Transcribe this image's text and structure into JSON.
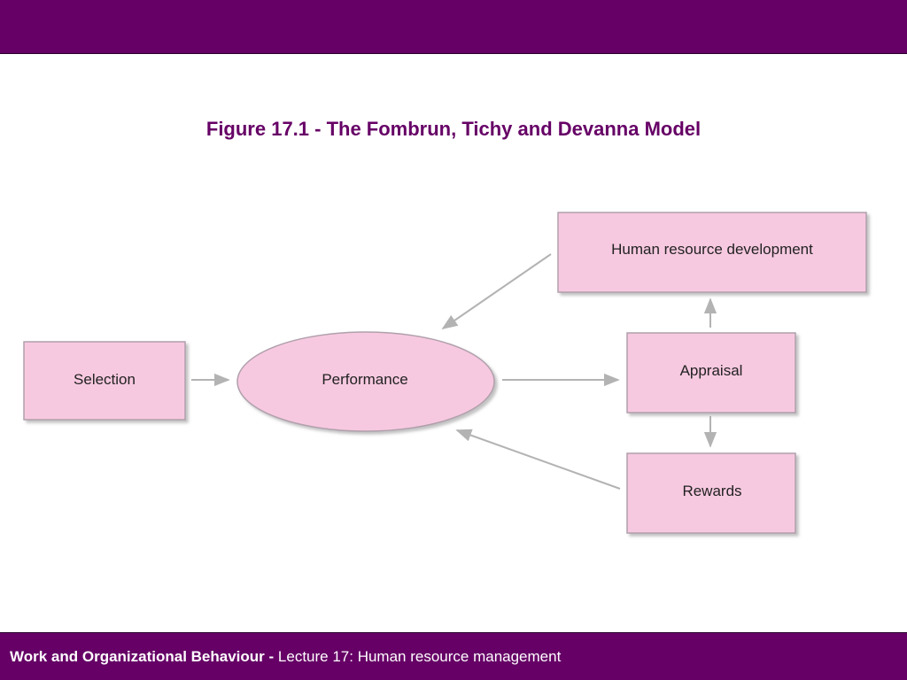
{
  "slide": {
    "title": "Figure 17.1 - The Fombrun, Tichy and Devanna Model",
    "footer": {
      "course": "Work and Organizational Behaviour - ",
      "lecture": "Lecture 17: Human resource management"
    }
  },
  "diagram": {
    "nodes": {
      "selection": "Selection",
      "performance": "Performance",
      "hrd": "Human resource development",
      "appraisal": "Appraisal",
      "rewards": "Rewards"
    }
  },
  "colors": {
    "banner": "#660066",
    "node_fill": "#f7c9e0",
    "node_border": "#b0a0ac",
    "arrow": "#b3b3b3",
    "title_text": "#660066"
  }
}
